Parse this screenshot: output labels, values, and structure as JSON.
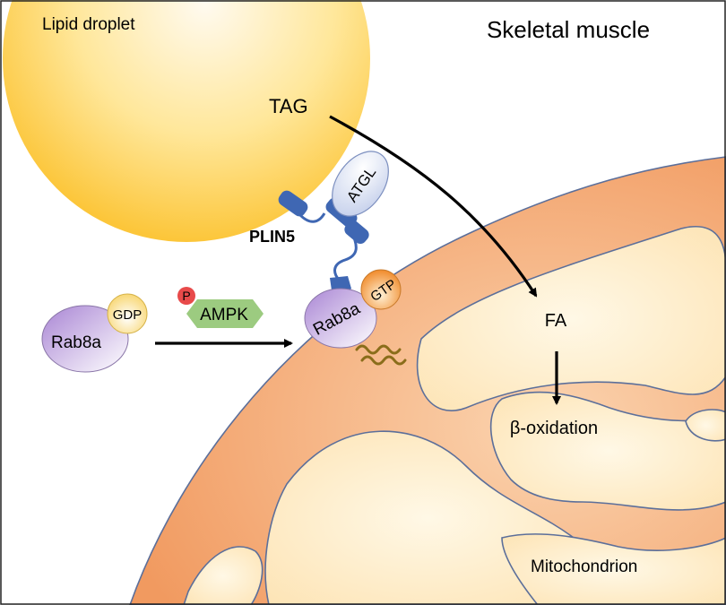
{
  "title": "Skeletal muscle",
  "labels": {
    "lipid_droplet": "Lipid droplet",
    "tag": "TAG",
    "atgl": "ATGL",
    "plin5": "PLIN5",
    "rab8a_left": "Rab8a",
    "gdp": "GDP",
    "phospho": "P",
    "ampk": "AMPK",
    "rab8a_right": "Rab8a",
    "gtp": "GTP",
    "fa": "FA",
    "beta_oxidation": "β-oxidation",
    "mitochondrion": "Mitochondrion"
  },
  "colors": {
    "lipid_droplet": "#ffd044",
    "mito_outer": "#f4a574",
    "mito_inner": "#fde6bd",
    "rab8a": "#c5a7e0",
    "gdp": "#fbe89a",
    "gtp": "#f5a24a",
    "ampk": "#9ccb80",
    "phospho": "#e84a4a",
    "plin5": "#3f67b3",
    "atgl": "#cfd8ef",
    "anchor": "#8a6d1a",
    "arrow": "#000000"
  }
}
